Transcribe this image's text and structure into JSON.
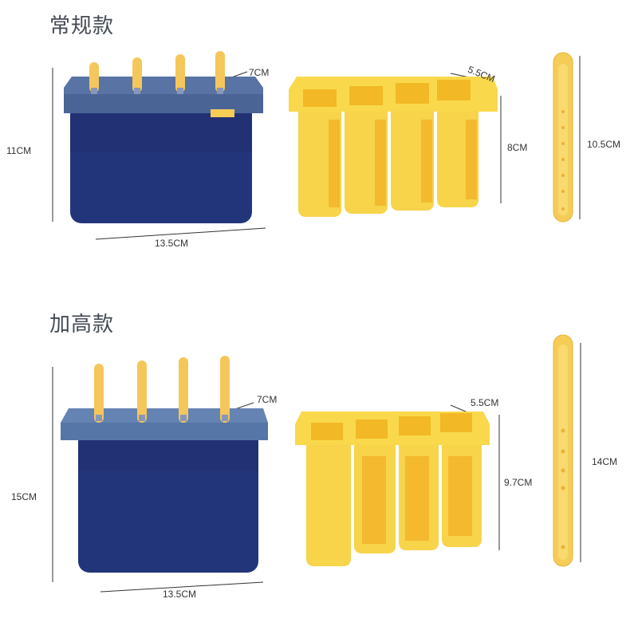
{
  "sections": [
    {
      "title": "常规款",
      "dims": {
        "box_depth": "7CM",
        "box_height": "11CM",
        "box_width": "13.5CM",
        "mold_depth": "5.5CM",
        "mold_height": "8CM",
        "stick_length": "10.5CM"
      }
    },
    {
      "title": "加高款",
      "dims": {
        "box_depth": "7CM",
        "box_height": "15CM",
        "box_width": "13.5CM",
        "mold_depth": "5.5CM",
        "mold_height": "9.7CM",
        "stick_length": "14CM"
      }
    }
  ],
  "colors": {
    "box_blue": "#23357a",
    "lid_blue": "#4f6b9c",
    "mold_yellow": "#f9d94b",
    "mold_inner": "#f2b826",
    "stick_yellow": "#f5cc55"
  }
}
